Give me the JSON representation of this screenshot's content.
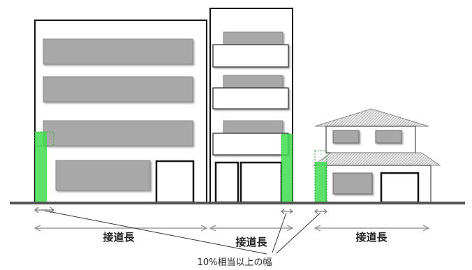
{
  "labels": {
    "road_frontage_1": "接道長",
    "road_frontage_2": "接道長",
    "road_frontage_3": "接道長",
    "width_note": "10%相当以上の幅"
  },
  "colors": {
    "green_zone": "#3fdc4f",
    "green_zone_border": "#2aa83a",
    "window_gray": "#a8a8a8",
    "outline": "#111111",
    "ground": "#555555",
    "arrow": "#777777",
    "roof_pattern": "#d8d8d8"
  }
}
